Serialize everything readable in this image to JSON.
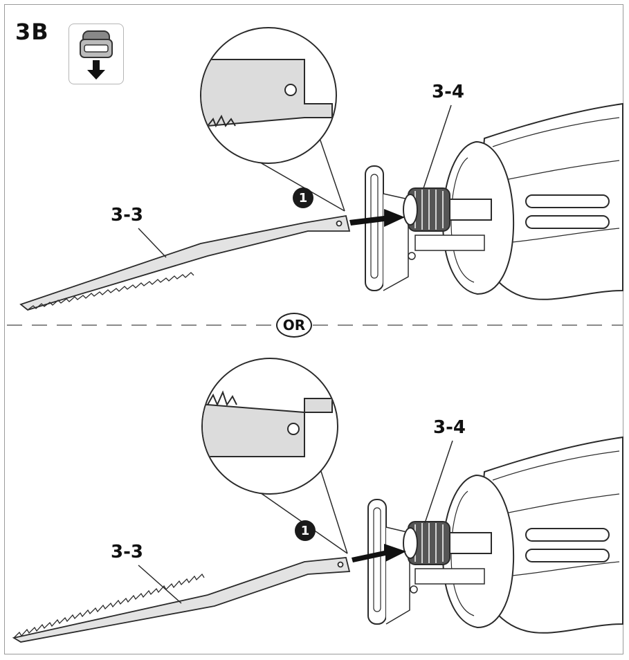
{
  "figure": {
    "id": "3B",
    "separator_label": "OR"
  },
  "panels": [
    {
      "step": "1",
      "tool_label": "3-4",
      "blade_label": "3-3",
      "blade_orientation": "teeth-down"
    },
    {
      "step": "1",
      "tool_label": "3-4",
      "blade_label": "3-3",
      "blade_orientation": "teeth-up"
    }
  ],
  "icons": {
    "header_icon": "lock-release-down-icon",
    "insert_arrow": "arrow-right-icon"
  },
  "colors": {
    "line": "#2a2a2a",
    "shade": "#dcdcdc",
    "frame": "#9a9a9a"
  }
}
